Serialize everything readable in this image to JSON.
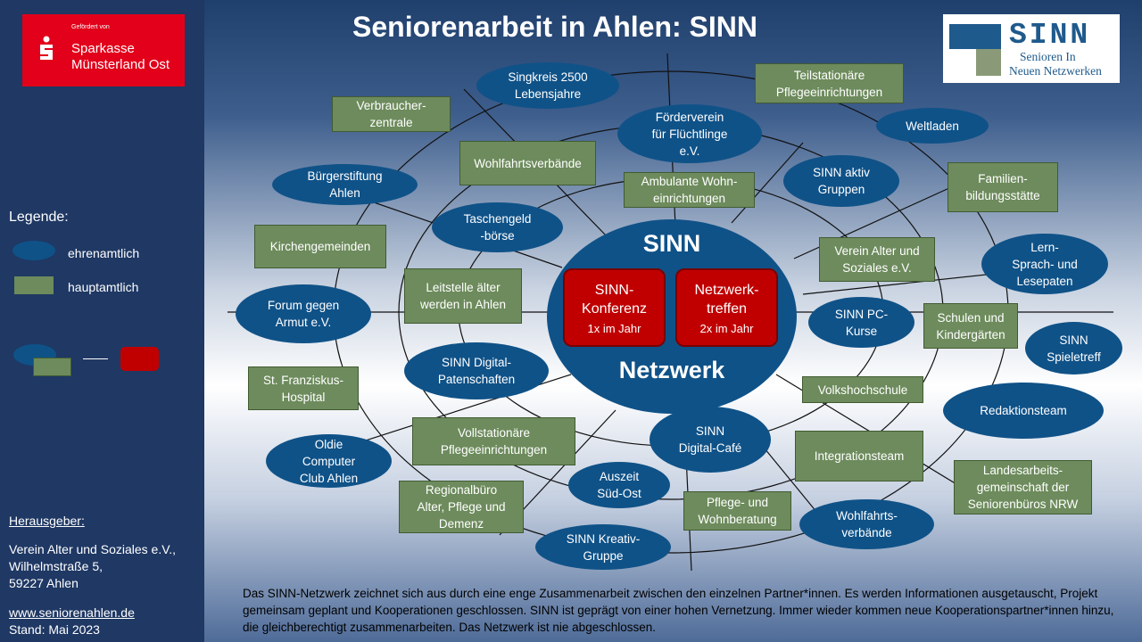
{
  "title": "Seniorenarbeit in Ahlen: SINN",
  "sponsor": {
    "small": "Gefördert von",
    "name": "Sparkasse\nMünsterland Ost",
    "color": "#e2001a"
  },
  "logo": {
    "name": "SINN",
    "line1": "Senioren In",
    "line2": "Neuen Netzwerken"
  },
  "legend": {
    "title": "Legende:",
    "oval_label": "ehrenamtlich",
    "rect_label": "hauptamtlich",
    "oval_color": "#0f5288",
    "rect_color": "#6d8b5c",
    "red_color": "#c00000"
  },
  "publisher": {
    "heading": "Herausgeber:",
    "org": "Verein Alter und Soziales e.V.,",
    "street": "Wilhelmstraße 5,",
    "city": "59227 Ahlen",
    "web": "www.seniorenahlen.de",
    "stand": "Stand: Mai 2023"
  },
  "center": {
    "top": "SINN",
    "bottom": "Netzwerk",
    "konferenz_title": "SINN-\nKonferenz",
    "konferenz_freq": "1x im Jahr",
    "treffen_title": "Netzwerk-\ntreffen",
    "treffen_freq": "2x im Jahr"
  },
  "nodes": [
    {
      "text": "Singkreis 2500\nLebensjahre",
      "kind": "oval"
    },
    {
      "text": "Teilstationäre\nPflegeeinrichtungen",
      "kind": "rect"
    },
    {
      "text": "Verbraucher-\nzentrale",
      "kind": "rect"
    },
    {
      "text": "Förderverein\nfür Flüchtlinge\ne.V.",
      "kind": "oval"
    },
    {
      "text": "Weltladen",
      "kind": "oval"
    },
    {
      "text": "Wohlfahrtsverbände",
      "kind": "rect"
    },
    {
      "text": "Bürgerstiftung\nAhlen",
      "kind": "oval"
    },
    {
      "text": "Ambulante Wohn-\neinrichtungen",
      "kind": "rect"
    },
    {
      "text": "SINN aktiv\nGruppen",
      "kind": "oval"
    },
    {
      "text": "Familien-\nbildungsstätte",
      "kind": "rect"
    },
    {
      "text": "Taschengeld\n-börse",
      "kind": "oval"
    },
    {
      "text": "Kirchengemeinden",
      "kind": "rect"
    },
    {
      "text": "Verein Alter und\nSoziales e.V.",
      "kind": "rect"
    },
    {
      "text": "Lern-\nSprach- und\nLesepaten",
      "kind": "oval"
    },
    {
      "text": "Leitstelle älter\nwerden in Ahlen",
      "kind": "rect"
    },
    {
      "text": "Forum gegen\nArmut e.V.",
      "kind": "oval"
    },
    {
      "text": "SINN PC-\nKurse",
      "kind": "oval"
    },
    {
      "text": "Schulen und\nKindergärten",
      "kind": "rect"
    },
    {
      "text": "SINN\nSpieletreff",
      "kind": "oval"
    },
    {
      "text": "SINN Digital-\nPatenschaften",
      "kind": "oval"
    },
    {
      "text": "St. Franziskus-\nHospital",
      "kind": "rect"
    },
    {
      "text": "Volkshochschule",
      "kind": "rect"
    },
    {
      "text": "Redaktionsteam",
      "kind": "oval"
    },
    {
      "text": "SINN\nDigital-Café",
      "kind": "oval"
    },
    {
      "text": "Vollstationäre\nPflegeeinrichtungen",
      "kind": "rect"
    },
    {
      "text": "Oldie\nComputer\nClub Ahlen",
      "kind": "oval"
    },
    {
      "text": "Integrationsteam",
      "kind": "rect"
    },
    {
      "text": "Landesarbeits-\ngemeinschaft der\nSeniorenbüros NRW",
      "kind": "rect"
    },
    {
      "text": "Auszeit\nSüd-Ost",
      "kind": "oval"
    },
    {
      "text": "Regionalbüro\nAlter, Pflege und\nDemenz",
      "kind": "rect"
    },
    {
      "text": "Pflege- und\nWohnberatung",
      "kind": "rect"
    },
    {
      "text": "Wohlfahrts-\nverbände",
      "kind": "oval"
    },
    {
      "text": "SINN Kreativ-\nGruppe",
      "kind": "oval"
    }
  ],
  "footer": "Das SINN-Netzwerk zeichnet sich aus durch eine enge Zusammenarbeit zwischen den einzelnen Partner*innen. Es werden Informationen ausgetauscht, Projekt gemeinsam geplant und Kooperationen geschlossen. SINN ist geprägt von einer hohen Vernetzung. Immer wieder kommen neue Kooperationspartner*innen hinzu, die gleichberechtigt zusammenarbeiten. Das Netzwerk ist nie abgeschlossen."
}
